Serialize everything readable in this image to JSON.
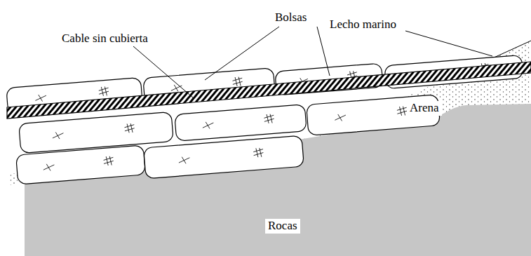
{
  "diagram": {
    "labels": [
      "Bolsas",
      "Cable sin cubierta",
      "Lecho marino",
      "Arena",
      "Rocas"
    ]
  }
}
